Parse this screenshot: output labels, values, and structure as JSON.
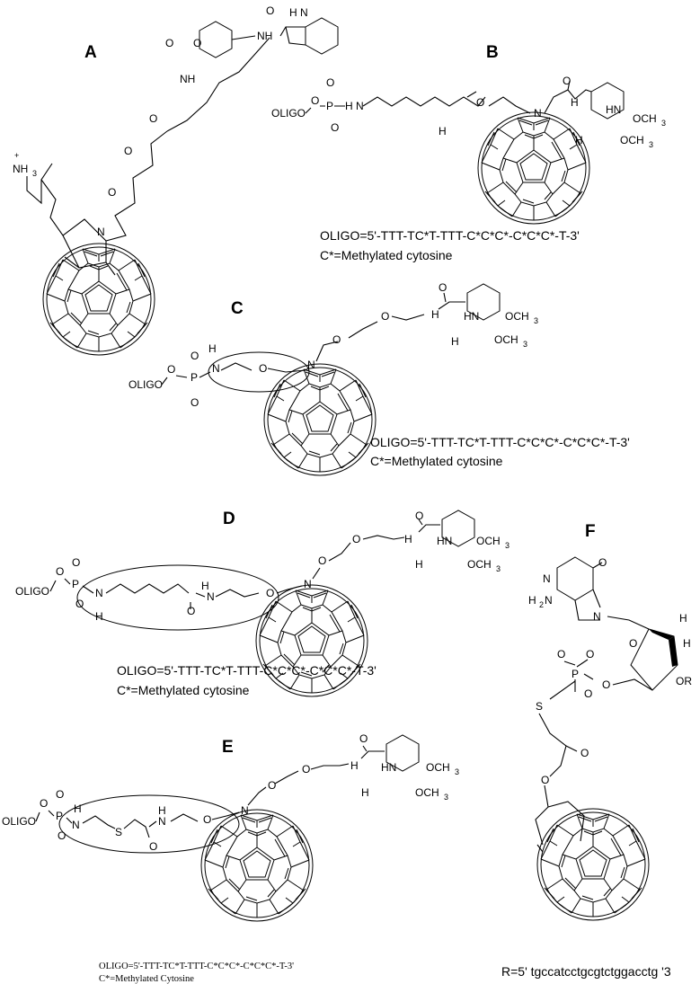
{
  "panels": {
    "A": {
      "label": "A",
      "atoms": {
        "nh3": "NH",
        "nh3_sub": "3",
        "plus": "+",
        "n": "N",
        "nh_amide": "NH",
        "o_ether": "O",
        "o_furan": "O",
        "nh_link": "NH",
        "o_carbonyl": "O",
        "nh_indole": "H N"
      }
    },
    "B": {
      "label": "B",
      "atoms": {
        "oligo": "OLIGO",
        "o": "O",
        "p": "P",
        "nh": "H N",
        "n": "N",
        "h": "H",
        "hn": "HN",
        "och3": "OCH",
        "h3co": "H",
        "sub3": "3"
      },
      "oligo_line": "OLIGO=5'-TTT-TC*T-TTT-C*C*C*-C*C*C*-T-3'",
      "note_line": "C*=Methylated cytosine"
    },
    "C": {
      "label": "C",
      "atoms": {
        "oligo": "OLIGO",
        "o": "O",
        "p": "P",
        "n": "N",
        "h": "H",
        "hn": "HN",
        "och3": "OCH",
        "h3co": "H",
        "sub3": "3"
      },
      "oligo_line": "OLIGO=5'-TTT-TC*T-TTT-C*C*C*-C*C*C*-T-3'",
      "note_line": "C*=Methylated cytosine"
    },
    "D": {
      "label": "D",
      "atoms": {
        "oligo": "OLIGO",
        "o": "O",
        "p": "P",
        "n": "N",
        "h": "H",
        "hn": "HN",
        "och3": "OCH",
        "h3co": "H",
        "sub3": "3"
      },
      "oligo_line": "OLIGO=5'-TTT-TC*T-TTT-C*C*C*-C*C*C*-T-3'",
      "note_line": "C*=Methylated cytosine"
    },
    "E": {
      "label": "E",
      "atoms": {
        "oligo": "OLIGO",
        "o": "O",
        "p": "P",
        "n": "N",
        "h": "H",
        "s": "S",
        "hn": "HN",
        "och3": "OCH",
        "h3co": "H",
        "sub3": "3"
      },
      "oligo_line": "OLIGO=5'-TTT-TC*T-TTT-C*C*C*-C*C*C*-T-3'",
      "note_line": "C*=Methylated Cytosine"
    },
    "F": {
      "label": "F",
      "atoms": {
        "h2n": "H",
        "n": "N",
        "o": "O",
        "h": "H",
        "or": "OR",
        "p": "P",
        "s": "S",
        "sub2": "2"
      },
      "r_line": "R=5' tgccatcctgcgtctggacctg '3"
    }
  },
  "icons": {
    "fullerene": "c60-fullerene-cage",
    "ellipse": "highlight-ellipse"
  }
}
